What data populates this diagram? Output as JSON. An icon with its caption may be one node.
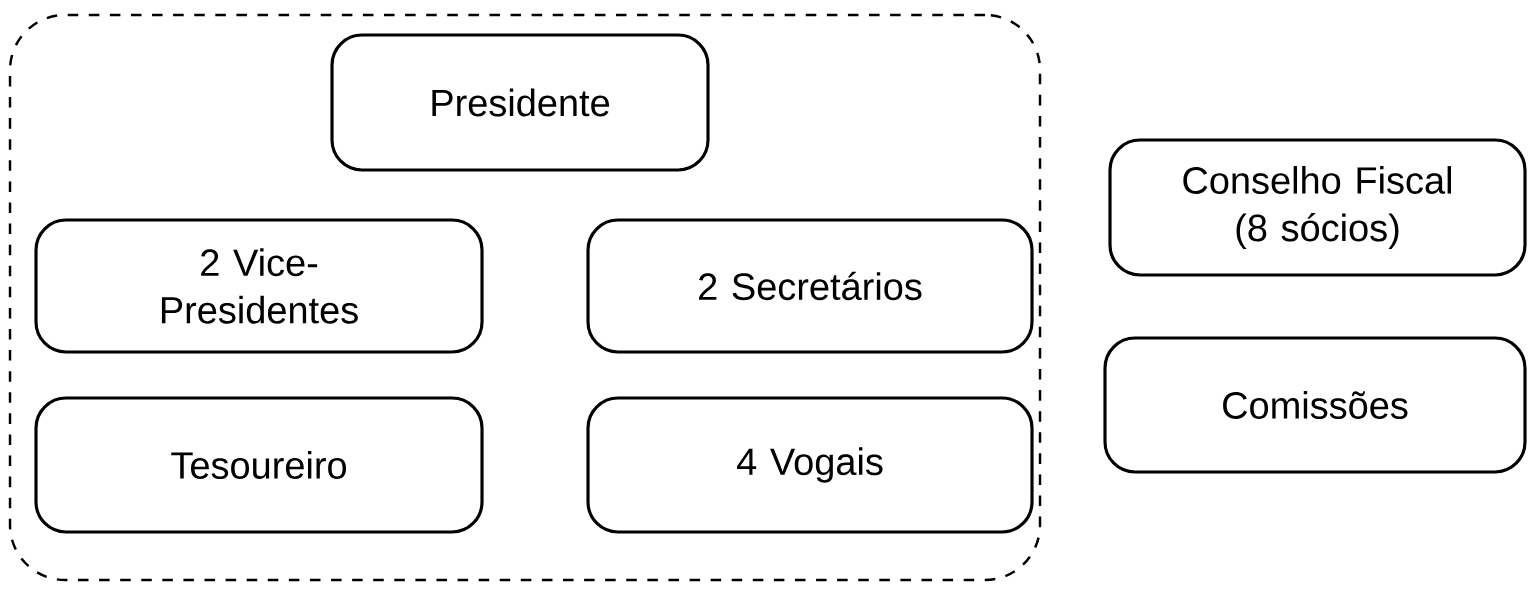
{
  "diagram": {
    "nodes": [
      {
        "text": [],
        "shape": "box"
      },
      {
        "text": [
          "Presidente"
        ],
        "in": 0
      },
      {
        "text": [
          "2 Vice-Presidentes"
        ],
        "in": 0
      },
      {
        "text": [
          "2 Secretários"
        ],
        "in": 0
      },
      {
        "text": [
          "Tesoureiro"
        ],
        "in": 0
      },
      {
        "text": [
          "4 Vogais"
        ],
        "in": 0
      },
      {
        "text": [
          "Conselho Fiscal (8 sócios)"
        ]
      },
      {
        "text": [
          "Comissões"
        ]
      }
    ]
  }
}
